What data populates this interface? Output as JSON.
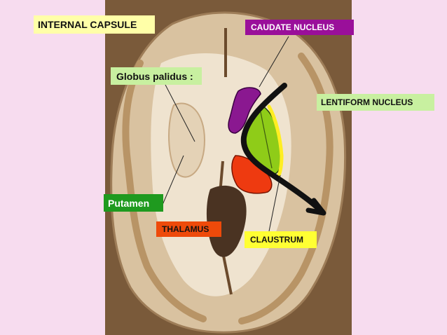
{
  "labels": {
    "internal_capsule": "INTERNAL CAPSULE",
    "caudate_nucleus": "CAUDATE NUCLEUS",
    "globus_pallidus": "Globus palidus :",
    "lentiform_nucleus": "LENTIFORM NUCLEUS",
    "putamen": "Putamen",
    "thalamus": "THALAMUS",
    "claustrum": "CLAUSTRUM"
  },
  "colors": {
    "background": "#f7dcef",
    "internal_capsule_label": "#ffffa8",
    "caudate_nucleus_label": "#9a0f9a",
    "globus_pallidus_label": "#c8f0a0",
    "lentiform_nucleus_label": "#c8f0a0",
    "putamen_label": "#1f9a1f",
    "thalamus_label": "#ee4a0a",
    "claustrum_label": "#ffff33",
    "caudate_region": "#8a1890",
    "lentiform_region": "#8fcc18",
    "thalamus_region": "#ee3a10",
    "claustrum_line": "#ffee22",
    "internal_capsule_arrow": "#111111",
    "brain_tissue": "#ecdcc4",
    "brain_shadow": "#c9b08e"
  }
}
